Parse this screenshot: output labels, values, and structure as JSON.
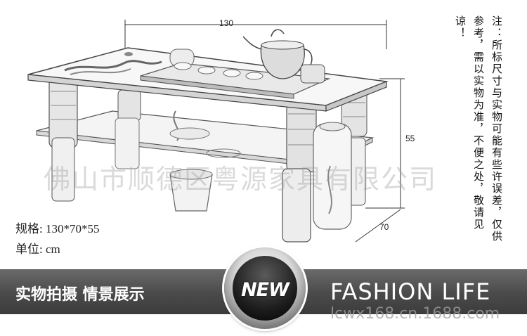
{
  "image": {
    "type": "product-illustration",
    "subject": "two-tier glass coffee table sketch",
    "background_color": "#ffffff",
    "banner_color": "#4a4a4a",
    "text_color": "#222222"
  },
  "dimensions": {
    "width": "130",
    "height": "55",
    "depth": "70"
  },
  "spec": {
    "size_line": "规格: 130*70*55",
    "unit_line": "单位: cm"
  },
  "note": {
    "text": "注：所标尺寸与实物可能有些许误差，仅供参考，需以实物为准，不便之处，敬请见谅！"
  },
  "watermark": {
    "company": "佛山市顺德区粤源家具有限公司",
    "site": "lcwx168.cn.1688.com"
  },
  "banner": {
    "left_text": "实物拍摄 情景展示",
    "badge_text": "NEW",
    "right_text": "FASHION LIFE"
  }
}
